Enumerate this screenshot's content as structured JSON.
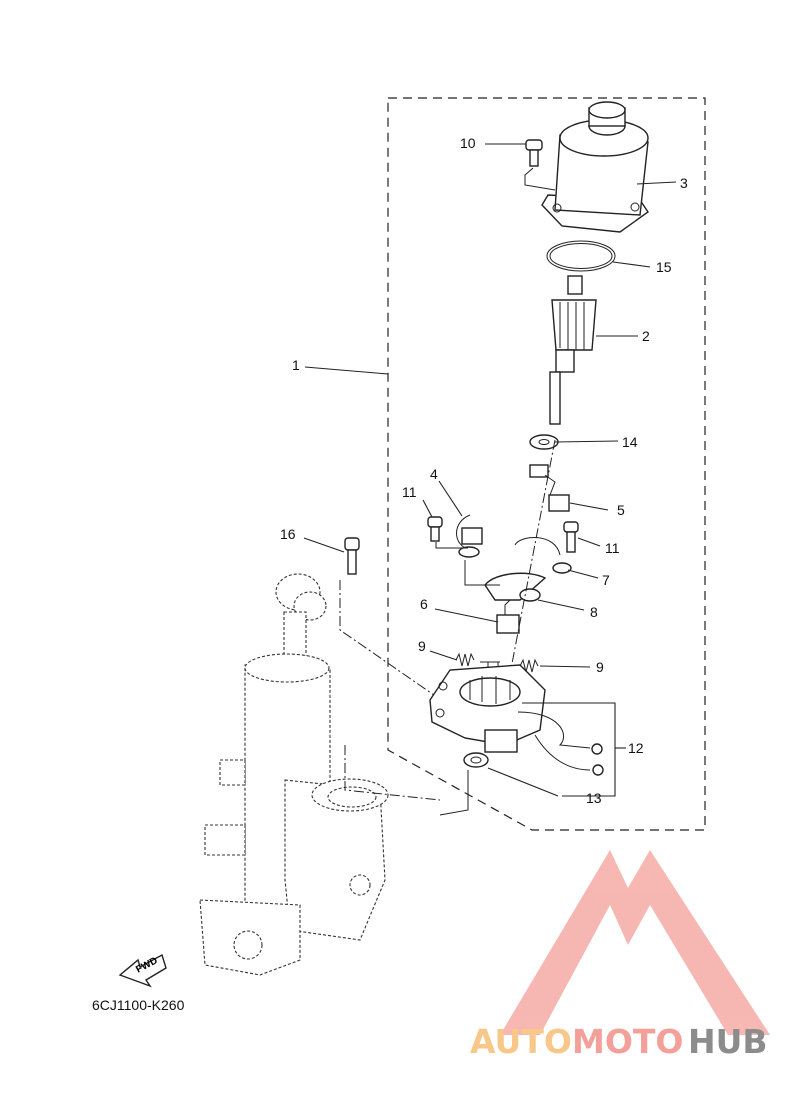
{
  "diagram": {
    "drawing_code": "6CJ1100-K260",
    "fwd_label": "FWD",
    "callouts": {
      "c1": "1",
      "c2": "2",
      "c3": "3",
      "c4": "4",
      "c5": "5",
      "c6": "6",
      "c7": "7",
      "c8": "8",
      "c9a": "9",
      "c9b": "9",
      "c10": "10",
      "c11a": "11",
      "c11b": "11",
      "c12": "12",
      "c13": "13",
      "c14": "14",
      "c15": "15",
      "c16": "16"
    }
  },
  "watermark": {
    "part1": "AUTO",
    "part2": "MOTO",
    "part3": "HUB",
    "colors": {
      "auto": "#f8c88a",
      "moto": "#f4a09a",
      "hub": "#8c8c8c",
      "logo": "#f4a09a"
    }
  }
}
